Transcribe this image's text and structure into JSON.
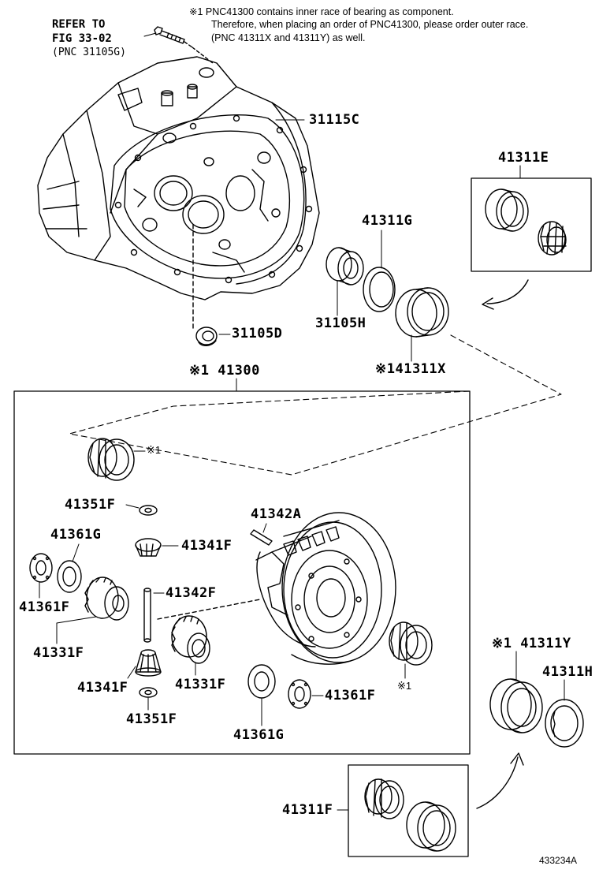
{
  "note": {
    "line1": "※1 PNC41300 contains inner race of bearing as component.",
    "line2": "Therefore, when placing an order of PNC41300, please order outer race.",
    "line3": "(PNC 41311X and 41311Y) as well."
  },
  "refer": {
    "line1": "REFER TO",
    "line2": "FIG 33-02",
    "line3": "(PNC 31105G)"
  },
  "parts": {
    "p31115C": "31115C",
    "p31105D": "31105D",
    "p31105H": "31105H",
    "p41311G": "41311G",
    "p41311E": "41311E",
    "p41311X": "※141311X",
    "p41300": "※1 41300",
    "p41351F_a": "41351F",
    "p41342A": "41342A",
    "p41361G_a": "41361G",
    "p41341F_a": "41341F",
    "p41361F_a": "41361F",
    "p41342F": "41342F",
    "p41331F_a": "41331F",
    "p41341F_b": "41341F",
    "p41331F_b": "41331F",
    "p41351F_b": "41351F",
    "p41361G_b": "41361G",
    "p41361F_b": "41361F",
    "p41311Y": "※1 41311Y",
    "p41311H": "41311H",
    "p41311F": "41311F"
  },
  "marks": {
    "m1": "※1",
    "m2": "※1"
  },
  "figure_number": "433234A"
}
